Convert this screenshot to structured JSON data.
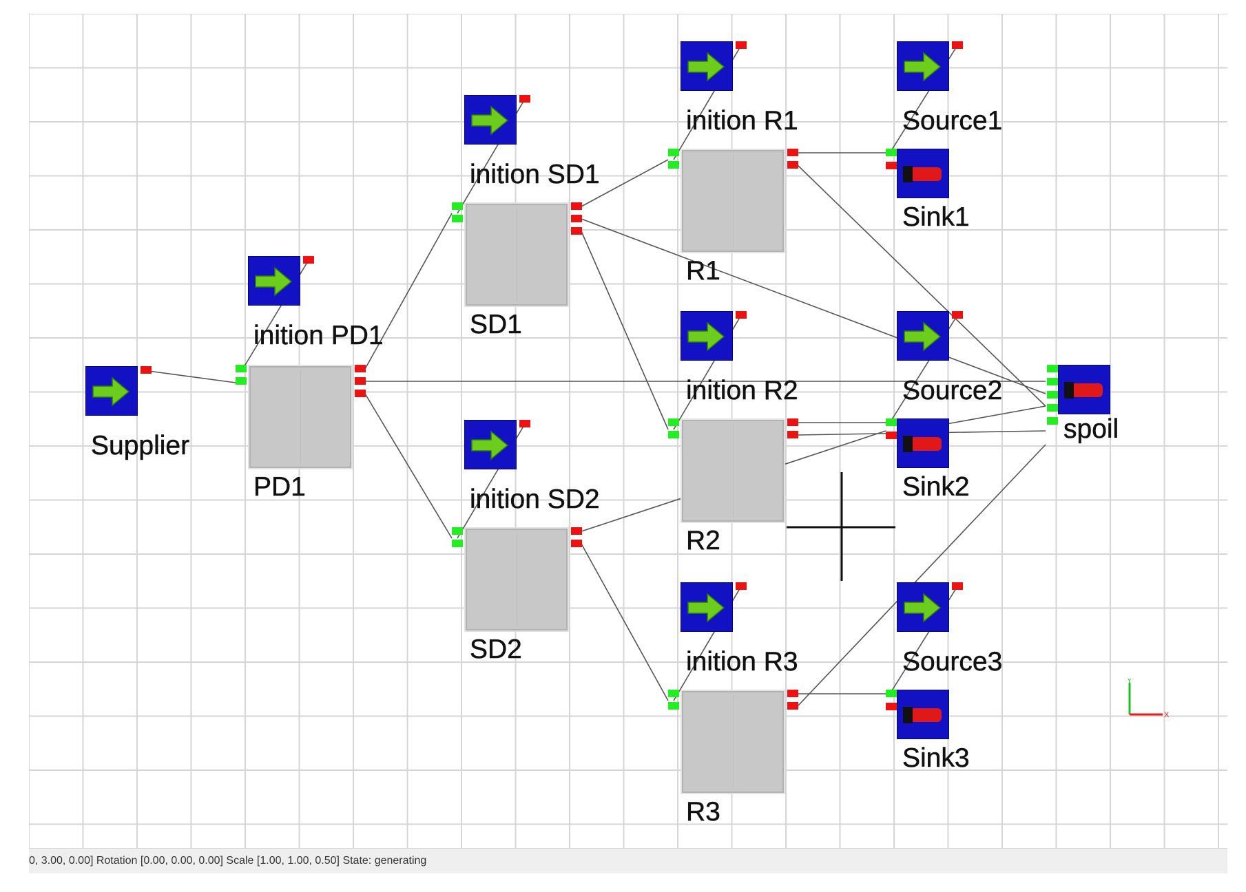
{
  "status_bar": {
    "text": "0, 3.00, 0.00]  Rotation [0.00, 0.00, 0.00]  Scale [1.00, 1.00, 0.50]  State: generating"
  },
  "axis_gizmo": {
    "x_label": "X",
    "y_label": "Y",
    "x_color": "#e02020",
    "y_color": "#20c020"
  },
  "colors": {
    "icon_bg": "#1212c4",
    "arrow": "#6ccd1c",
    "port_out": "#ee1111",
    "port_in": "#22ee22",
    "process_fill": "#c8c8c8",
    "grid": "#d6d6d6",
    "connector": "#555555"
  },
  "nodes": {
    "supplier": {
      "label": "Supplier",
      "type": "source",
      "icon": "green-arrow-icon"
    },
    "inition_pd1": {
      "label": "inition PD1",
      "type": "source",
      "icon": "green-arrow-icon"
    },
    "inition_sd1": {
      "label": "inition SD1",
      "type": "source",
      "icon": "green-arrow-icon"
    },
    "inition_sd2": {
      "label": "inition SD2",
      "type": "source",
      "icon": "green-arrow-icon"
    },
    "inition_r1": {
      "label": "inition R1",
      "type": "source",
      "icon": "green-arrow-icon"
    },
    "inition_r2": {
      "label": "inition R2",
      "type": "source",
      "icon": "green-arrow-icon"
    },
    "inition_r3": {
      "label": "inition R3",
      "type": "source",
      "icon": "green-arrow-icon"
    },
    "source1": {
      "label": "Source1",
      "type": "source",
      "icon": "green-arrow-icon"
    },
    "source2": {
      "label": "Source2",
      "type": "source",
      "icon": "green-arrow-icon"
    },
    "source3": {
      "label": "Source3",
      "type": "source",
      "icon": "green-arrow-icon"
    },
    "pd1": {
      "label": "PD1",
      "type": "process"
    },
    "sd1": {
      "label": "SD1",
      "type": "process"
    },
    "sd2": {
      "label": "SD2",
      "type": "process"
    },
    "r1": {
      "label": "R1",
      "type": "process"
    },
    "r2": {
      "label": "R2",
      "type": "process"
    },
    "r3": {
      "label": "R3",
      "type": "process"
    },
    "sink1": {
      "label": "Sink1",
      "type": "sink",
      "icon": "red-car-icon"
    },
    "sink2": {
      "label": "Sink2",
      "type": "sink",
      "icon": "red-car-icon"
    },
    "sink3": {
      "label": "Sink3",
      "type": "sink",
      "icon": "red-car-icon"
    },
    "spoil": {
      "label": "spoil",
      "type": "sink",
      "icon": "red-car-icon"
    }
  }
}
